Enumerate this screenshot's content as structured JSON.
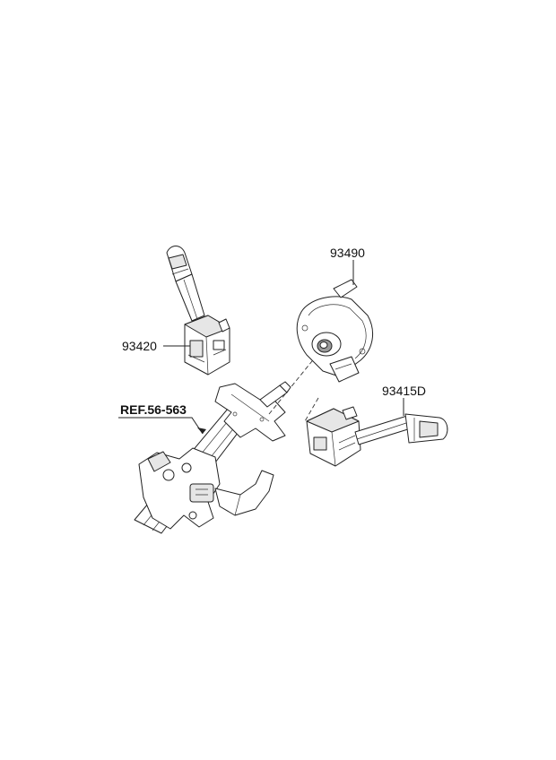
{
  "labels": {
    "left_switch": "93420",
    "clock_spring": "93490",
    "right_switch": "93415D",
    "column_ref": "REF.56-563"
  }
}
